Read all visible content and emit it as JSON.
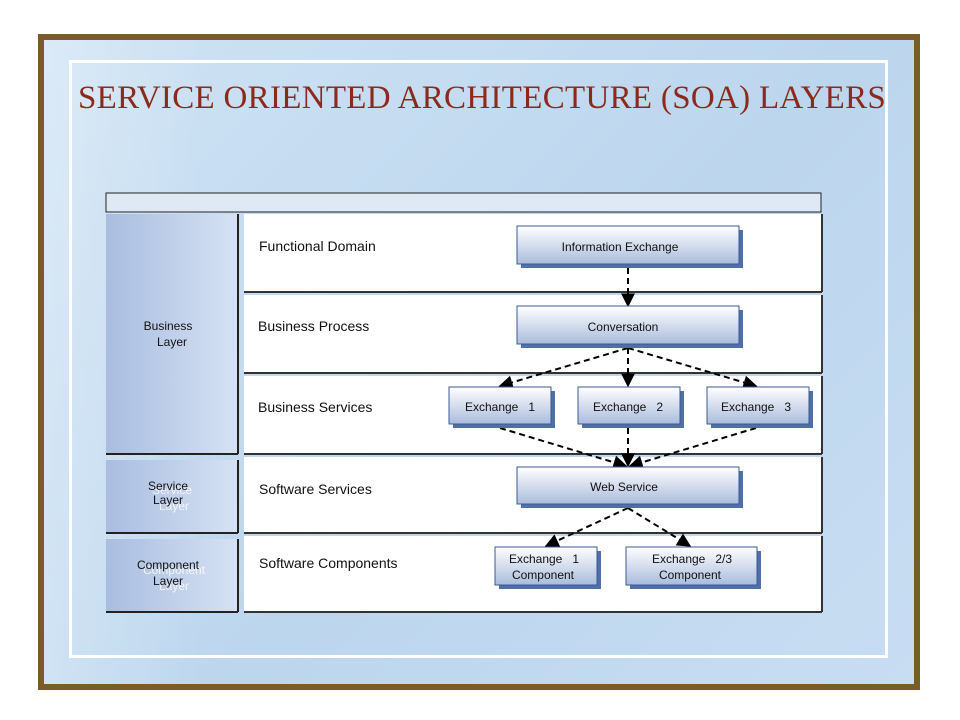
{
  "title": "SERVICE ORIENTED ARCHITECTURE (SOA) LAYERS",
  "layers": {
    "business_line1": "Business",
    "business_line2": "Layer",
    "service_line1": "Service",
    "service_line2": "Layer",
    "component_line1": "Component",
    "component_line2": "Layer"
  },
  "rows": {
    "functional_domain": "Functional Domain",
    "business_process": "Business Process",
    "business_services": "Business Services",
    "software_services": "Software Services",
    "software_components": "Software Components"
  },
  "boxes": {
    "information_exchange": "Information Exchange",
    "conversation": "Conversation",
    "exchange1": "Exchange   1",
    "exchange2": "Exchange   2",
    "exchange3": "Exchange   3",
    "web_service": "Web Service",
    "comp1_line1": "Exchange   1",
    "comp1_line2": "Component",
    "comp23_line1": "Exchange   2/3",
    "comp23_line2": "Component"
  },
  "colors": {
    "title": "#8b2a1a",
    "frame": "#7a5c28",
    "background": "#c6dcf1",
    "box_border": "#4f6fa8"
  }
}
